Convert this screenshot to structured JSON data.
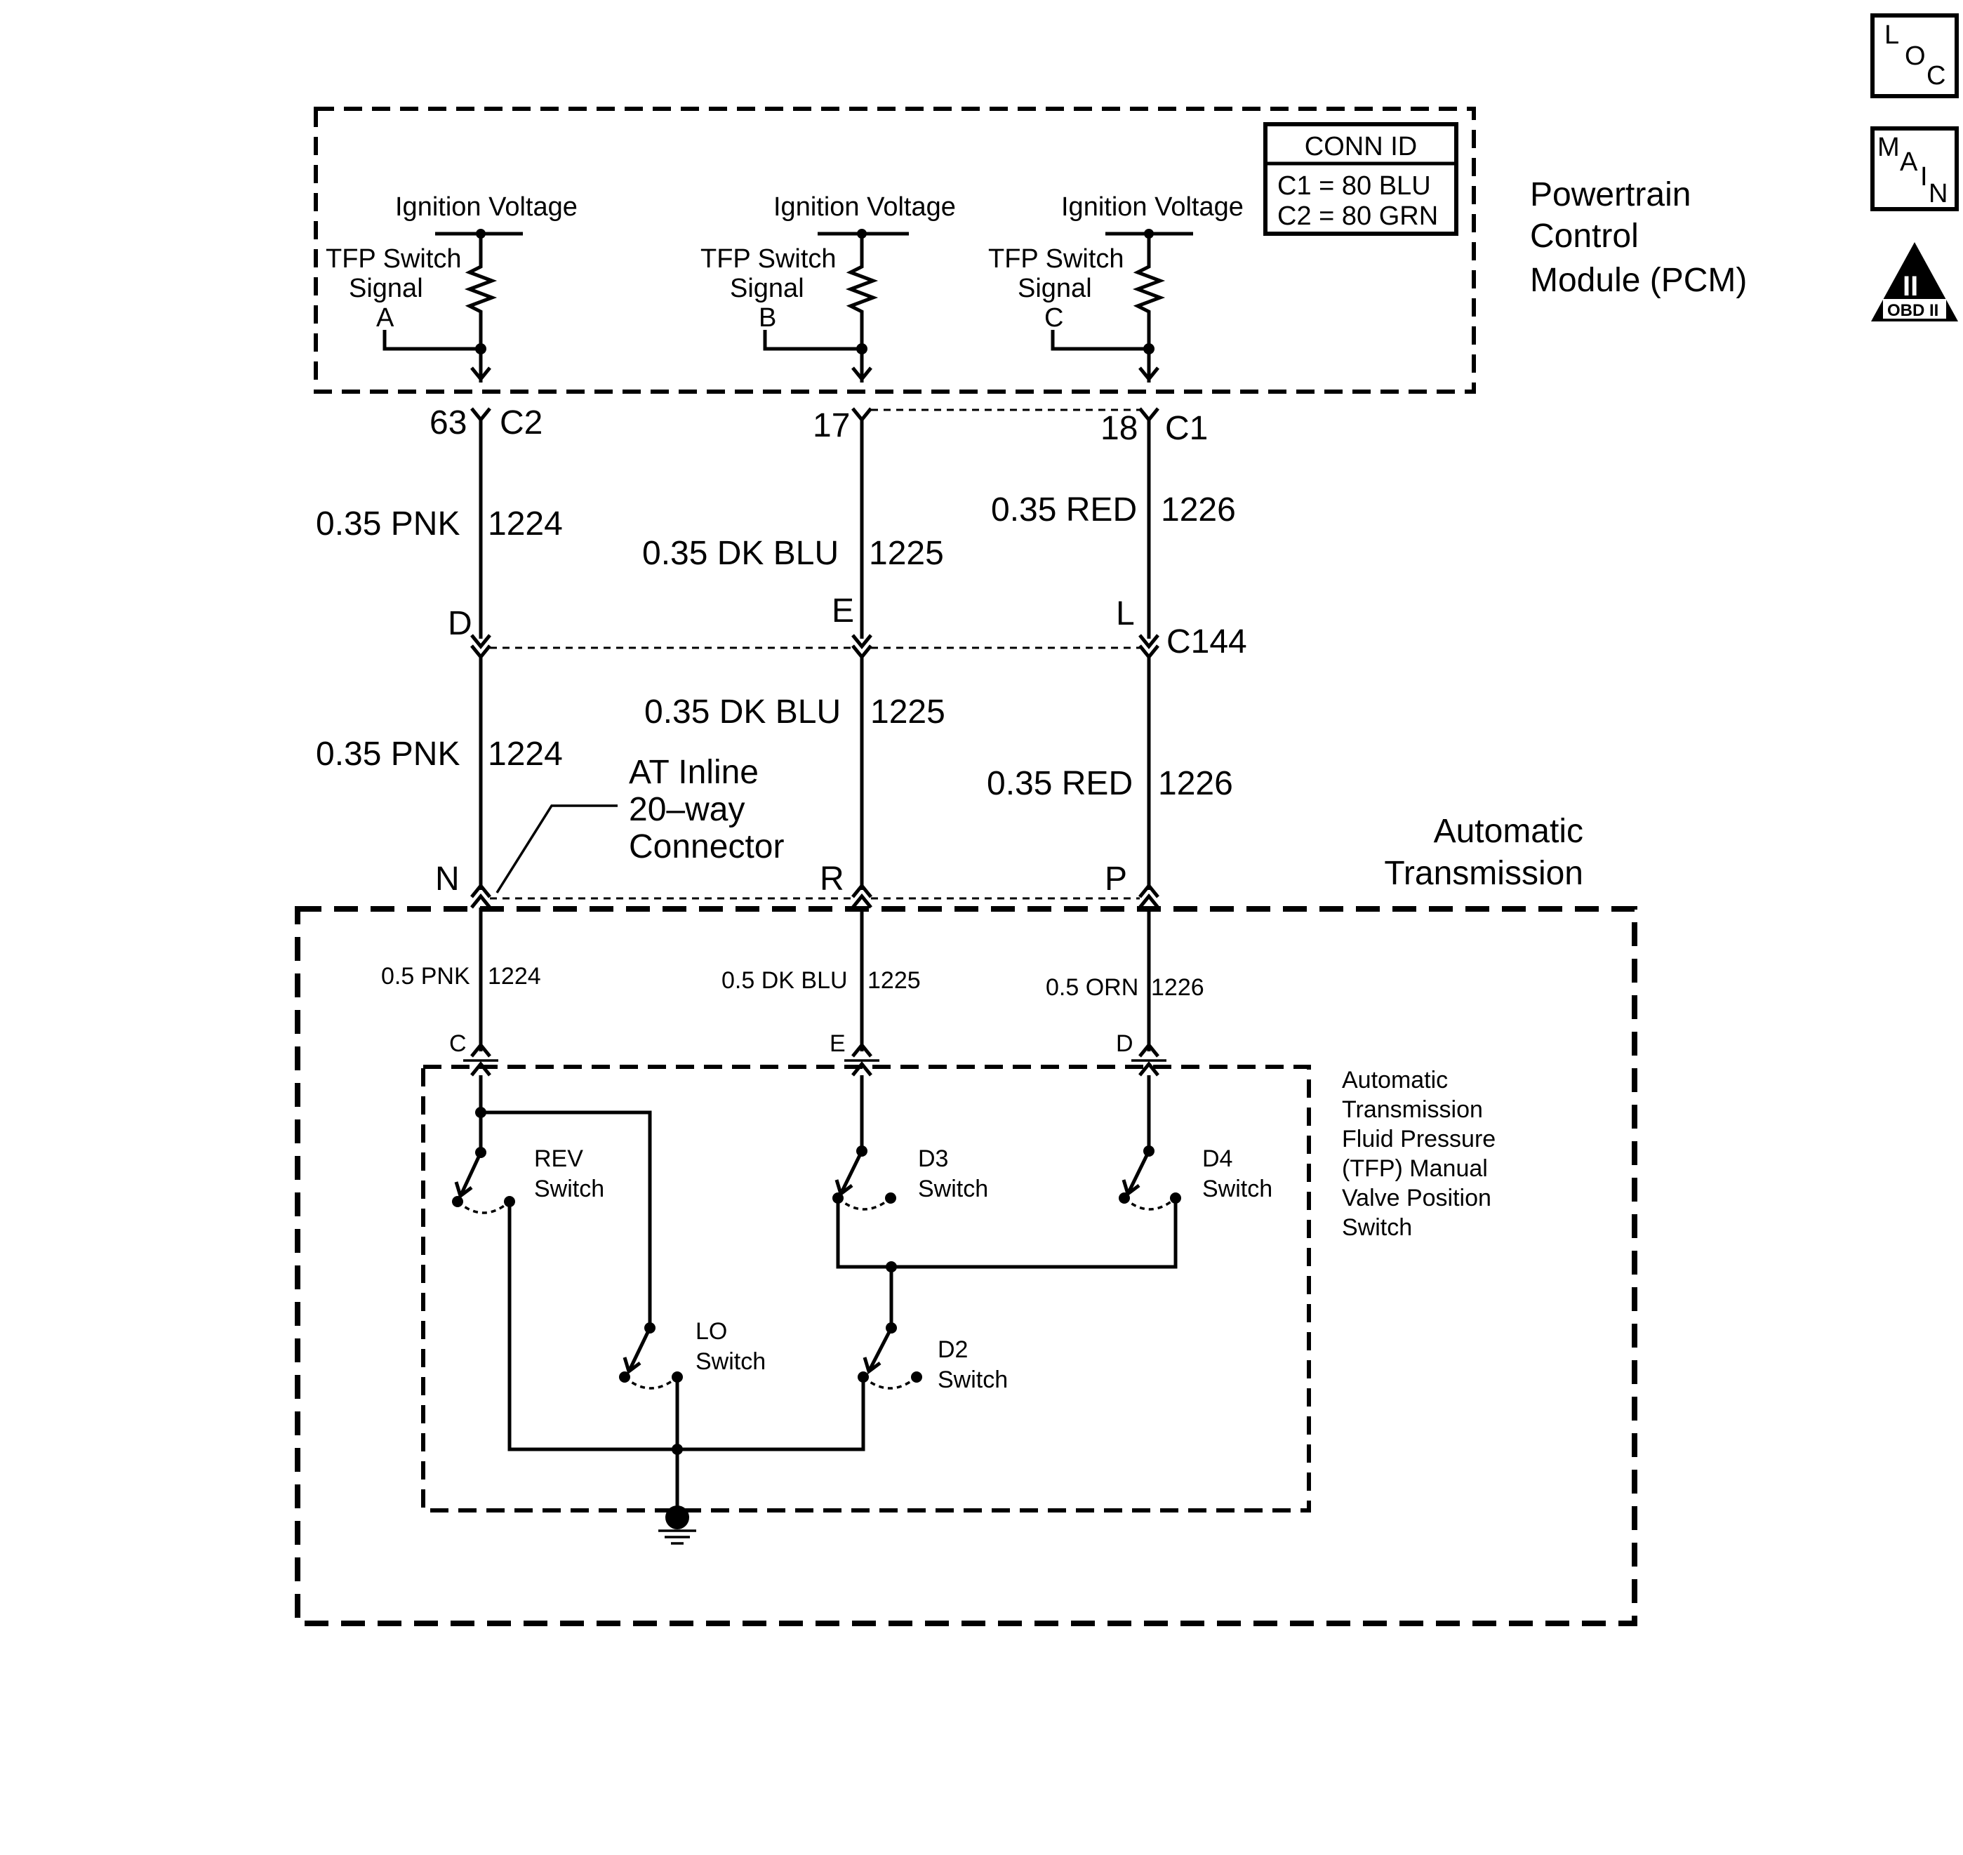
{
  "pcm": {
    "title_line1": "Powertrain",
    "title_line2": "Control",
    "title_line3": "Module (PCM)",
    "conn_id": {
      "header": "CONN ID",
      "c1": "C1 = 80 BLU",
      "c2": "C2 = 80 GRN"
    },
    "circuits": [
      {
        "supply": "Ignition Voltage",
        "signal_line1": "TFP Switch",
        "signal_line2": "Signal",
        "signal_letter": "A"
      },
      {
        "supply": "Ignition Voltage",
        "signal_line1": "TFP Switch",
        "signal_line2": "Signal",
        "signal_letter": "B"
      },
      {
        "supply": "Ignition Voltage",
        "signal_line1": "TFP Switch",
        "signal_line2": "Signal",
        "signal_letter": "C"
      }
    ],
    "pins": [
      "63",
      "17",
      "18"
    ],
    "connectors": [
      "C2",
      "C1"
    ]
  },
  "harness_upper": [
    {
      "wire": "0.35 PNK",
      "circuit": "1224"
    },
    {
      "wire": "0.35 DK BLU",
      "circuit": "1225"
    },
    {
      "wire": "0.35 RED",
      "circuit": "1226"
    }
  ],
  "c144": {
    "name": "C144",
    "pins": [
      "D",
      "E",
      "L"
    ]
  },
  "harness_lower": [
    {
      "wire": "0.35 PNK",
      "circuit": "1224"
    },
    {
      "wire": "0.35 DK BLU",
      "circuit": "1225"
    },
    {
      "wire": "0.35 RED",
      "circuit": "1226"
    }
  ],
  "inline_connector": {
    "line1": "AT Inline",
    "line2": "20–way",
    "line3": "Connector",
    "pins": [
      "N",
      "R",
      "P"
    ]
  },
  "transmission": {
    "title_line1": "Automatic",
    "title_line2": "Transmission",
    "wires": [
      {
        "wire": "0.5 PNK",
        "circuit": "1224"
      },
      {
        "wire": "0.5 DK BLU",
        "circuit": "1225"
      },
      {
        "wire": "0.5 ORN",
        "circuit": "1226"
      }
    ],
    "switch_pins": [
      "C",
      "E",
      "D"
    ]
  },
  "tfp_switch": {
    "label_lines": [
      "Automatic",
      "Transmission",
      "Fluid Pressure",
      "(TFP) Manual",
      "Valve Position",
      "Switch"
    ],
    "switches": [
      {
        "line1": "REV",
        "line2": "Switch"
      },
      {
        "line1": "D3",
        "line2": "Switch"
      },
      {
        "line1": "D4",
        "line2": "Switch"
      },
      {
        "line1": "LO",
        "line2": "Switch"
      },
      {
        "line1": "D2",
        "line2": "Switch"
      }
    ]
  },
  "icons": {
    "loc": "LOC",
    "main": "MAIN",
    "obd": "OBD II",
    "obd_roman": "II"
  }
}
